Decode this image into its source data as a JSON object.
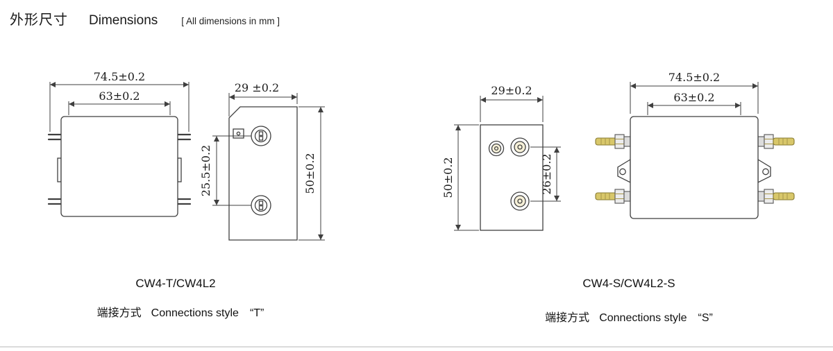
{
  "header": {
    "title_zh": "外形尺寸",
    "title_en": "Dimensions",
    "note": "[ All dimensions in mm ]"
  },
  "t_filter": {
    "model": "CW4-T/CW4L2",
    "caption_zh": "端接方式",
    "caption_en": "Connections style",
    "caption_quote": "“T”",
    "front": {
      "overall_width": "74.5±0.2",
      "body_width": "63±0.2"
    },
    "side": {
      "depth": "29 ±0.2",
      "terminal_pitch": "25.5±0.2",
      "height": "50±0.2"
    }
  },
  "s_filter": {
    "model": "CW4-S/CW4L2-S",
    "caption_zh": "端接方式",
    "caption_en": "Connections style",
    "caption_quote": "“S”",
    "side": {
      "depth": "29±0.2",
      "height": "50±0.2",
      "terminal_pitch": "26±0.2"
    },
    "front": {
      "overall_width": "74.5±0.2",
      "body_width": "63±0.2"
    }
  },
  "colors": {
    "line": "#3f3f3f",
    "stud": "#d8c76a",
    "divider": "#dadada"
  }
}
